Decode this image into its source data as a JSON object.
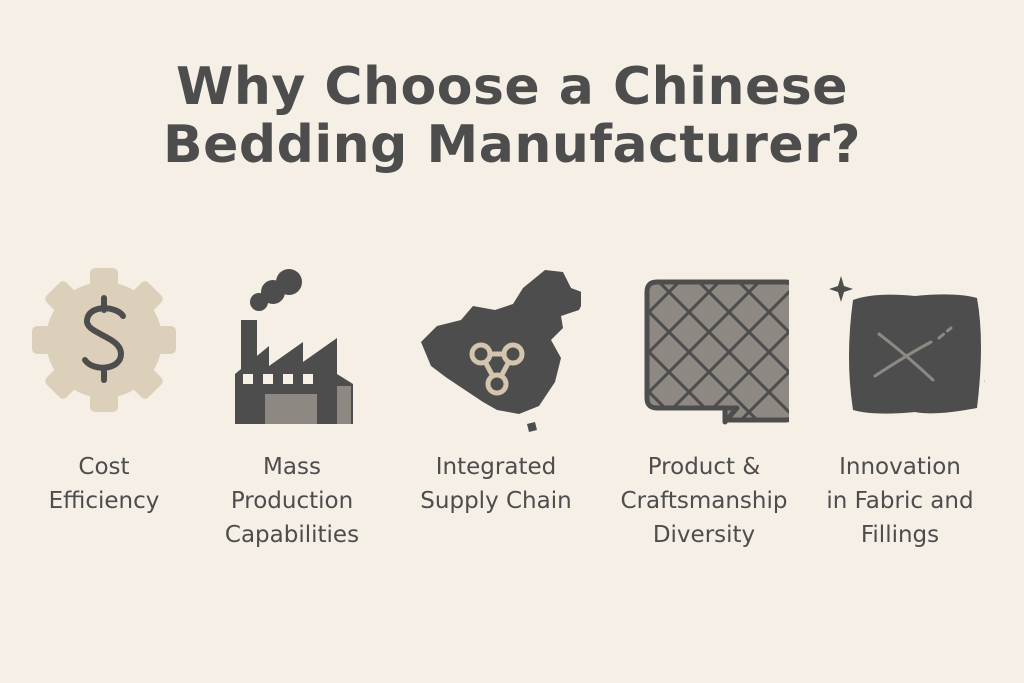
{
  "title": {
    "line1": "Why Choose a Chinese",
    "line2": "Bedding Manufacturer?"
  },
  "features": [
    {
      "label": "Cost\nEfficiency",
      "icon": "dollar-gear-icon"
    },
    {
      "label": "Mass\nProduction\nCapabilities",
      "icon": "factory-icon"
    },
    {
      "label": "Integrated\nSupply Chain",
      "icon": "china-map-network-icon"
    },
    {
      "label": "Product &\nCraftsmanship\nDiversity",
      "icon": "quilted-fabric-icon"
    },
    {
      "label": "Innovation\nin Fabric and\nFillings",
      "icon": "pillow-icon"
    }
  ],
  "colors": {
    "background": "#f5efe5",
    "dark": "#4d4d4d",
    "beige": "#ddd0ba",
    "fabric": "#8d8982"
  }
}
